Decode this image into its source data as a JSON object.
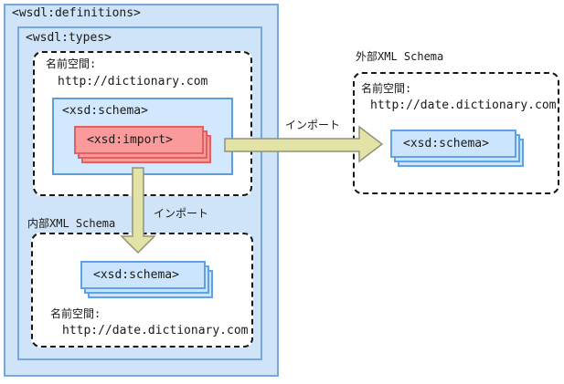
{
  "wsdl_definitions_label": "<wsdl:definitions>",
  "wsdl_types_label": "<wsdl:types>",
  "main_namespace": {
    "label": "名前空間:",
    "uri": "http://dictionary.com"
  },
  "xsd_schema_label": "<xsd:schema>",
  "xsd_import_label": "<xsd:import>",
  "import_arrow_right_label": "インポート",
  "import_arrow_down_label": "インポート",
  "external_schema": {
    "title": "外部XML Schema",
    "namespace_label": "名前空間:",
    "uri": "http://date.dictionary.com",
    "schema_label": "<xsd:schema>"
  },
  "internal_schema": {
    "title": "内部XML Schema",
    "namespace_label": "名前空間:",
    "uri": "http://date.dictionary.com",
    "schema_label": "<xsd:schema>"
  },
  "colors": {
    "container_fill": "#cfe4f8",
    "container_border": "#7aa8dc",
    "schema_box_fill": "#d2e8fe",
    "schema_box_border": "#5e9cda",
    "schema_stack_fill": "#cbe5fe",
    "schema_stack_border": "#61a2e6",
    "import_stack_fill": "#fb9a9a",
    "import_stack_border": "#e06161",
    "arrow_fill": "#e3e3a7",
    "arrow_border": "#91917a",
    "dashed_border": "#161616"
  }
}
